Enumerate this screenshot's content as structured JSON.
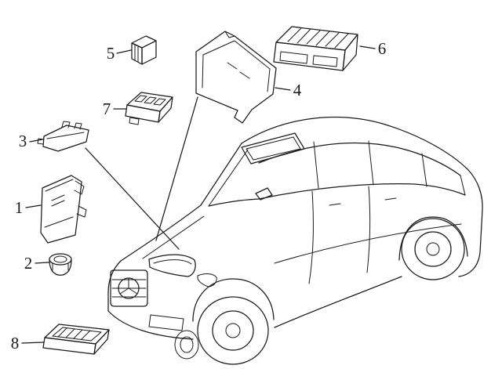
{
  "colors": {
    "line": "#1a1a1a",
    "background": "#ffffff"
  },
  "callouts": [
    {
      "label": "1"
    },
    {
      "label": "2"
    },
    {
      "label": "3"
    },
    {
      "label": "4"
    },
    {
      "label": "5"
    },
    {
      "label": "6"
    },
    {
      "label": "7"
    },
    {
      "label": "8"
    }
  ]
}
